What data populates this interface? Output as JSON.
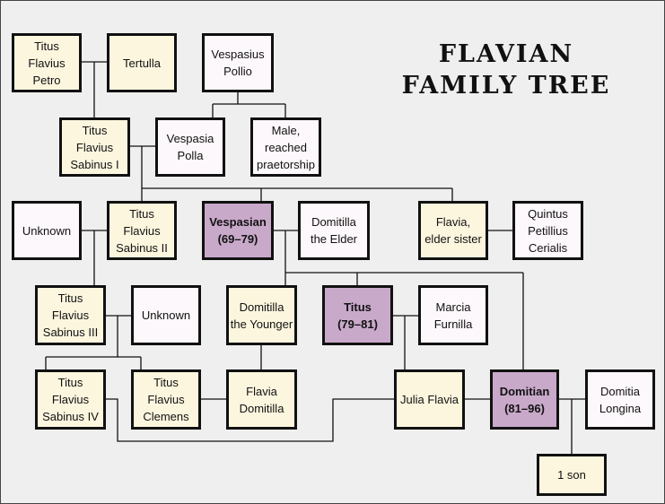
{
  "title": {
    "line1": "FLAVIAN",
    "line2": "FAMILY TREE"
  },
  "people": {
    "petro": "Titus\nFlavius\nPetro",
    "tertulla": "Tertulla",
    "pollio": "Vespasius\nPollio",
    "sabinus1": "Titus\nFlavius\nSabinus I",
    "polla": "Vespasia\nPolla",
    "male": "Male,\nreached\npraetorship",
    "unknown1": "Unknown",
    "sabinus2": "Titus\nFlavius\nSabinus II",
    "vespasian": "Vespasian\n(69–79)",
    "domitilla_elder": "Domitilla\nthe Elder",
    "flavia_sister": "Flavia,\nelder sister",
    "cerialis": "Quintus\nPetillius\nCerialis",
    "sabinus3": "Titus\nFlavius\nSabinus III",
    "unknown2": "Unknown",
    "domitilla_younger": "Domitilla\nthe Younger",
    "titus": "Titus\n(79–81)",
    "marcia": "Marcia\nFurnilla",
    "sabinus4": "Titus\nFlavius\nSabinus IV",
    "clemens": "Titus\nFlavius\nClemens",
    "flavia_domitilla": "Flavia\nDomitilla",
    "julia": "Julia Flavia",
    "domitian": "Domitian\n(81–96)",
    "longina": "Domitia\nLongina",
    "son": "1 son"
  },
  "colors": {
    "family": "#fdf6df",
    "spouse": "#fdf8fb",
    "emperor": "#c9a9ca"
  }
}
